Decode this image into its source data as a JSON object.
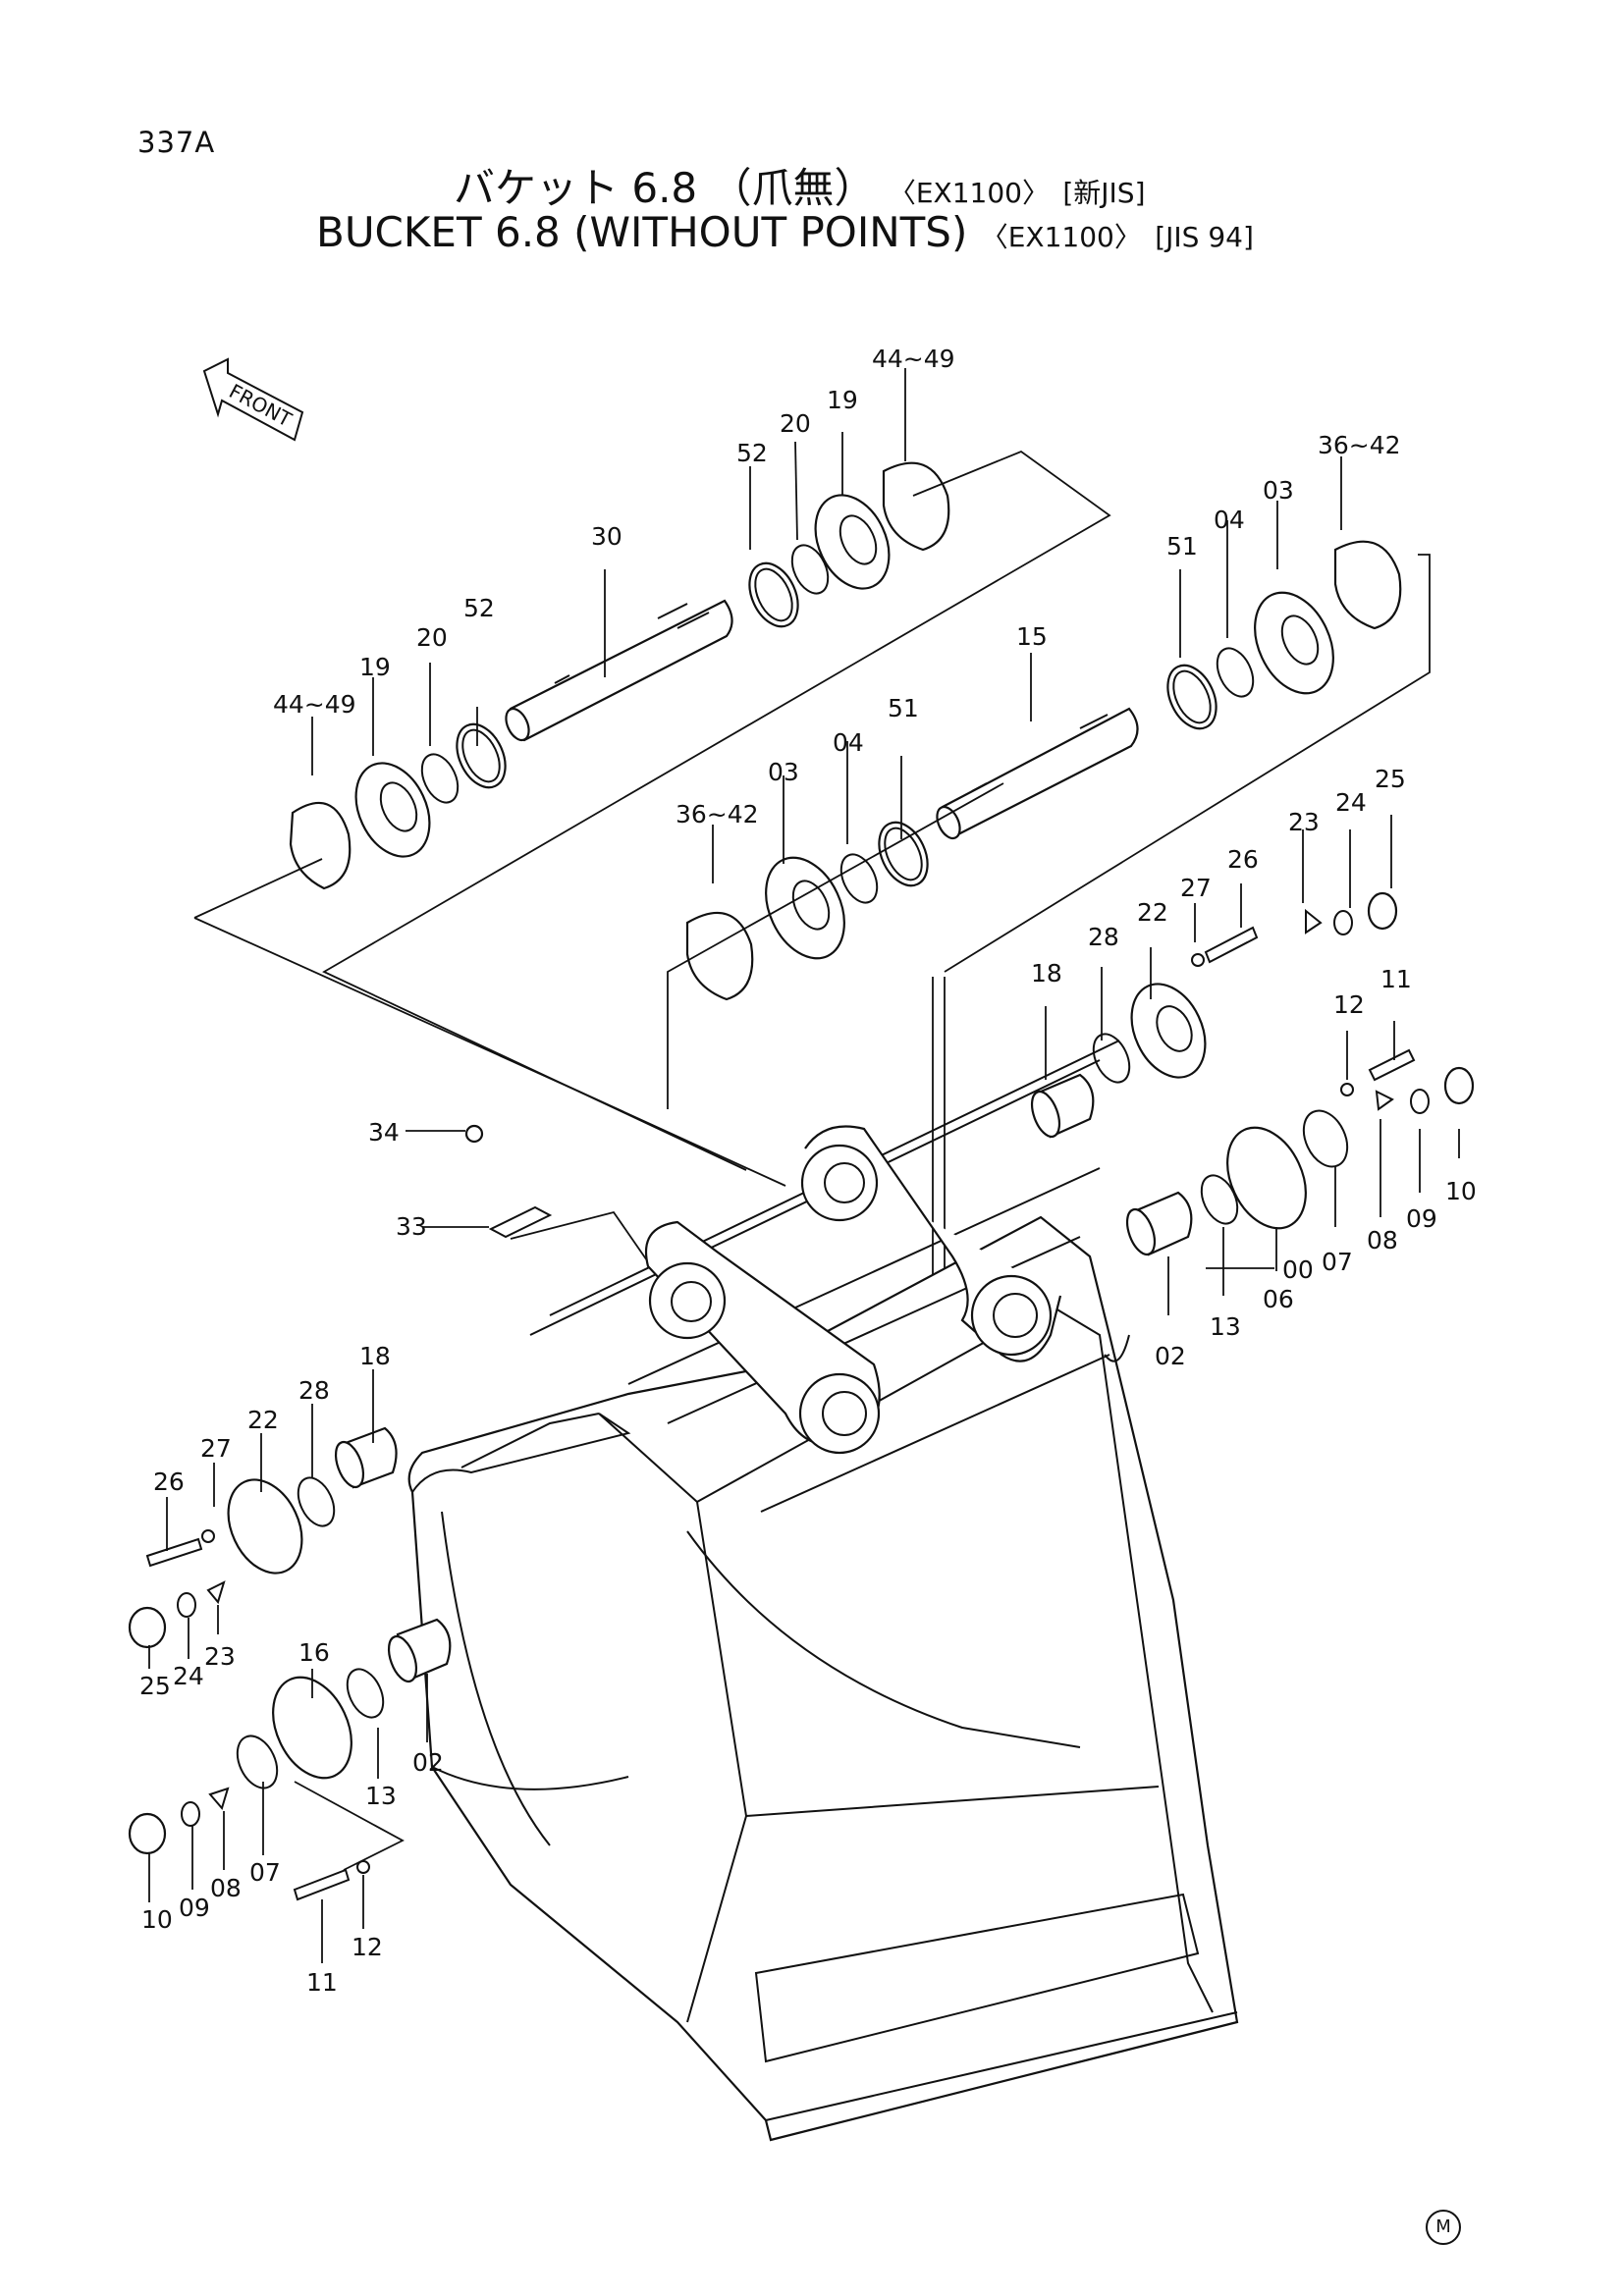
{
  "page_number": "337A",
  "title_jp": {
    "main": "バケット 6.8 （爪無）",
    "model": "〈EX1100〉",
    "std": "[新JIS]"
  },
  "title_en": {
    "main": "BUCKET 6.8 (WITHOUT POINTS)",
    "model": "〈EX1100〉",
    "std": "[JIS 94]"
  },
  "front_label": "FRONT",
  "mark": "M",
  "labels": {
    "l4449a": "44~49",
    "l20a": "20",
    "l19a": "19",
    "l52a": "52",
    "l30": "30",
    "l3642a": "36~42",
    "l03a": "03",
    "l04a": "04",
    "l51a": "51",
    "l15": "15",
    "l52b": "52",
    "l20b": "20",
    "l19b": "19",
    "l4449b": "44~49",
    "l51b": "51",
    "l04b": "04",
    "l03b": "03",
    "l3642b": "36~42",
    "l25a": "25",
    "l24a": "24",
    "l23a": "23",
    "l26a": "26",
    "l27a": "27",
    "l22a": "22",
    "l28a": "28",
    "l18a": "18",
    "l11a": "11",
    "l12a": "12",
    "l10a": "10",
    "l09a": "09",
    "l08a": "08",
    "l07a": "07",
    "l06": "06",
    "l13a": "13",
    "l02a": "02",
    "l34": "34",
    "l33": "33",
    "l00": "00",
    "l18b": "18",
    "l28b": "28",
    "l22b": "22",
    "l27b": "27",
    "l26b": "26",
    "l25b": "25",
    "l24b": "24",
    "l23b": "23",
    "l16": "16",
    "l13b": "13",
    "l02b": "02",
    "l07b": "07",
    "l08b": "08",
    "l09b": "09",
    "l10b": "10",
    "l11b": "11",
    "l12b": "12"
  }
}
